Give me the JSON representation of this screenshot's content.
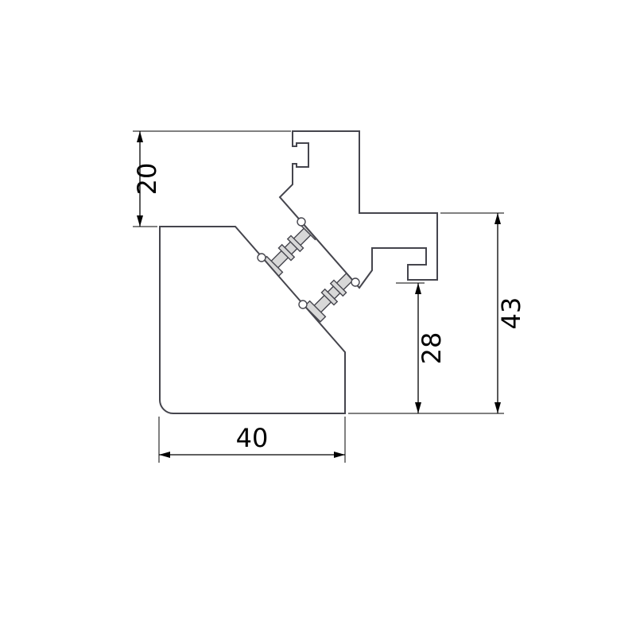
{
  "diagram": {
    "type": "technical-drawing",
    "subject": "extruded-profile-cross-section",
    "dimensions": {
      "dim_20": {
        "label": "20"
      },
      "dim_43": {
        "label": "43"
      },
      "dim_28": {
        "label": "28"
      },
      "dim_40": {
        "label": "40"
      }
    },
    "colors": {
      "profile_outline": "#45454d",
      "dimension_line": "#000000",
      "strut_fill": "#d8d8d8",
      "background": "#ffffff"
    }
  }
}
